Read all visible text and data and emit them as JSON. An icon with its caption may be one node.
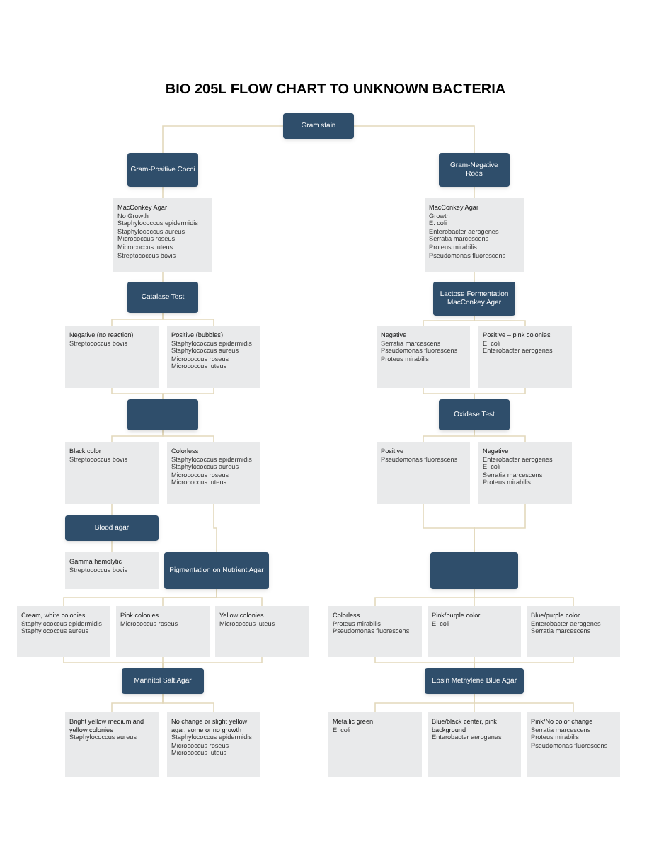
{
  "diagram": {
    "title": "BIO 205L FLOW CHART TO UNKNOWN BACTERIA",
    "nodes": [
      {
        "text": [
          "Gram stain"
        ]
      },
      {
        "text": [
          "Gram-Positive Cocci"
        ]
      },
      {
        "text": [
          "MacConkey Agar",
          "No Growth",
          "Staphylococcus epidermidis",
          "Staphylococcus aureus",
          "Micrococcus roseus",
          "Micrococcus luteus",
          "Streptococcus bovis"
        ]
      },
      {
        "text": [
          "Catalase Test"
        ]
      },
      {
        "text": [
          "Negative (no reaction)",
          "Streptococcus bovis"
        ]
      },
      {
        "text": [
          "Positive (bubbles)",
          "Staphylococcus epidermidis",
          "Staphylococcus aureus",
          "Micrococcus roseus",
          "Micrococcus luteus"
        ]
      },
      {
        "text": [],
        "shape": "box"
      },
      {
        "text": [
          "Black color",
          "Streptococcus bovis"
        ]
      },
      {
        "text": [
          "Colorless",
          "Staphylococcus epidermidis",
          "Staphylococcus aureus",
          "Micrococcus roseus",
          "Micrococcus luteus"
        ]
      },
      {
        "text": [
          "Blood agar"
        ]
      },
      {
        "text": [
          "Gamma hemolytic",
          "Streptococcus bovis"
        ]
      },
      {
        "text": [
          "Pigmentation on Nutrient Agar"
        ]
      },
      {
        "text": [
          "Cream, white colonies",
          "Staphylococcus epidermidis",
          "Staphylococcus aureus"
        ]
      },
      {
        "text": [
          "Pink colonies",
          "Micrococcus roseus"
        ]
      },
      {
        "text": [
          "Yellow colonies",
          "Micrococcus luteus"
        ]
      },
      {
        "text": [
          "Mannitol Salt Agar"
        ]
      },
      {
        "text": [
          "Bright yellow medium and yellow colonies",
          "Staphylococcus aureus"
        ]
      },
      {
        "text": [
          "No change or slight yellow agar, some or no growth",
          "Staphylococcus epidermidis",
          "Micrococcus roseus",
          "Micrococcus luteus"
        ]
      },
      {
        "text": [
          "Gram-Negative Rods"
        ]
      },
      {
        "text": [
          "MacConkey Agar",
          "Growth",
          "E. coli",
          "Enterobacter aerogenes",
          "Serratia marcescens",
          "Proteus mirabilis",
          "Pseudomonas fluorescens"
        ]
      },
      {
        "text": [
          "Lactose Fermentation MacConkey Agar"
        ]
      },
      {
        "text": [
          "Negative",
          "Serratia marcescens",
          "Pseudomonas fluorescens",
          "Proteus mirabilis"
        ]
      },
      {
        "text": [
          "Positive – pink colonies",
          "E. coli",
          "Enterobacter aerogenes"
        ]
      },
      {
        "text": [
          "Oxidase Test"
        ]
      },
      {
        "text": [
          "Positive",
          "Pseudomonas fluorescens"
        ]
      },
      {
        "text": [
          "Negative",
          "Enterobacter aerogenes",
          "E. coli",
          "Serratia marcescens",
          "Proteus mirabilis"
        ]
      },
      {
        "text": [],
        "shape": "box"
      },
      {
        "text": [
          "Colorless",
          "Proteus mirabilis",
          "Pseudomonas fluorescens"
        ]
      },
      {
        "text": [
          "Pink/purple color",
          "E. coli"
        ]
      },
      {
        "text": [
          "Blue/purple color",
          "Enterobacter aerogenes",
          "Serratia marcescens"
        ]
      },
      {
        "text": [
          "Eosin Methylene Blue Agar"
        ]
      },
      {
        "text": [
          "Metallic green",
          "E. coli"
        ]
      },
      {
        "text": [
          "Blue/black center, pink background",
          "Enterobacter aerogenes"
        ]
      },
      {
        "text": [
          "Pink/No color change",
          "Serratia marcescens",
          "Proteus mirabilis",
          "Pseudomonas fluorescens"
        ]
      }
    ],
    "edges": [
      {
        "from": 0,
        "to": 1,
        "arrow": "none"
      },
      {
        "from": 0,
        "to": 18,
        "arrow": "none"
      },
      {
        "from": 1,
        "to": 2,
        "arrow": "none"
      },
      {
        "from": 2,
        "to": 3,
        "arrow": "none"
      },
      {
        "from": 3,
        "to": 4,
        "arrow": "none"
      },
      {
        "from": 3,
        "to": 5,
        "arrow": "none"
      },
      {
        "from": 4,
        "to": 6,
        "arrow": "none"
      },
      {
        "from": 5,
        "to": 6,
        "arrow": "none"
      },
      {
        "from": 6,
        "to": 7,
        "arrow": "none"
      },
      {
        "from": 6,
        "to": 8,
        "arrow": "none"
      },
      {
        "from": 7,
        "to": 9,
        "arrow": "none"
      },
      {
        "from": 9,
        "to": 10,
        "arrow": "none"
      },
      {
        "from": 8,
        "to": 11,
        "arrow": "none"
      },
      {
        "from": 11,
        "to": 12,
        "arrow": "none"
      },
      {
        "from": 11,
        "to": 13,
        "arrow": "none"
      },
      {
        "from": 11,
        "to": 14,
        "arrow": "none"
      },
      {
        "from": 12,
        "to": 15,
        "arrow": "none"
      },
      {
        "from": 13,
        "to": 15,
        "arrow": "none"
      },
      {
        "from": 14,
        "to": 15,
        "arrow": "none"
      },
      {
        "from": 15,
        "to": 16,
        "arrow": "none"
      },
      {
        "from": 15,
        "to": 17,
        "arrow": "none"
      },
      {
        "from": 18,
        "to": 19,
        "arrow": "none"
      },
      {
        "from": 19,
        "to": 20,
        "arrow": "none"
      },
      {
        "from": 20,
        "to": 21,
        "arrow": "none"
      },
      {
        "from": 20,
        "to": 22,
        "arrow": "none"
      },
      {
        "from": 21,
        "to": 23,
        "arrow": "none"
      },
      {
        "from": 22,
        "to": 23,
        "arrow": "none"
      },
      {
        "from": 23,
        "to": 24,
        "arrow": "none"
      },
      {
        "from": 23,
        "to": 25,
        "arrow": "none"
      },
      {
        "from": 24,
        "to": 26,
        "arrow": "none"
      },
      {
        "from": 25,
        "to": 26,
        "arrow": "none"
      },
      {
        "from": 26,
        "to": 27,
        "arrow": "none"
      },
      {
        "from": 26,
        "to": 28,
        "arrow": "none"
      },
      {
        "from": 26,
        "to": 29,
        "arrow": "none"
      },
      {
        "from": 27,
        "to": 30,
        "arrow": "none"
      },
      {
        "from": 28,
        "to": 30,
        "arrow": "none"
      },
      {
        "from": 29,
        "to": 30,
        "arrow": "none"
      },
      {
        "from": 30,
        "to": 31,
        "arrow": "none"
      },
      {
        "from": 30,
        "to": 32,
        "arrow": "none"
      },
      {
        "from": 30,
        "to": 33,
        "arrow": "none"
      }
    ]
  }
}
